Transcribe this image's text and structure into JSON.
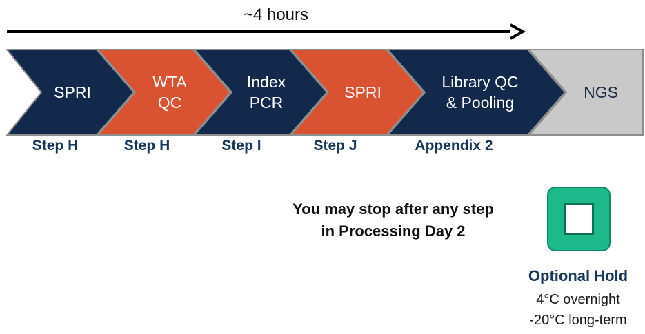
{
  "timeline": {
    "duration_label": "~4 hours"
  },
  "steps": [
    {
      "label": "SPRI",
      "step": "Step H",
      "color": "#13294b"
    },
    {
      "label": "WTA\nQC",
      "step": "Step H",
      "color": "#d95232"
    },
    {
      "label": "Index\nPCR",
      "step": "Step I",
      "color": "#13294b"
    },
    {
      "label": "SPRI",
      "step": "Step J",
      "color": "#d95232"
    },
    {
      "label": "Library QC\n& Pooling",
      "step": "Appendix 2",
      "color": "#13294b"
    },
    {
      "label": "NGS",
      "step": "",
      "color": "#c9c9c9"
    }
  ],
  "stop_note": {
    "line1": "You may stop after any step",
    "line2": "in Processing Day 2"
  },
  "optional_hold": {
    "icon": "square-stop-icon",
    "title": "Optional Hold",
    "line1": "4°C overnight",
    "line2": "-20°C long-term",
    "color": "#1db98a"
  }
}
